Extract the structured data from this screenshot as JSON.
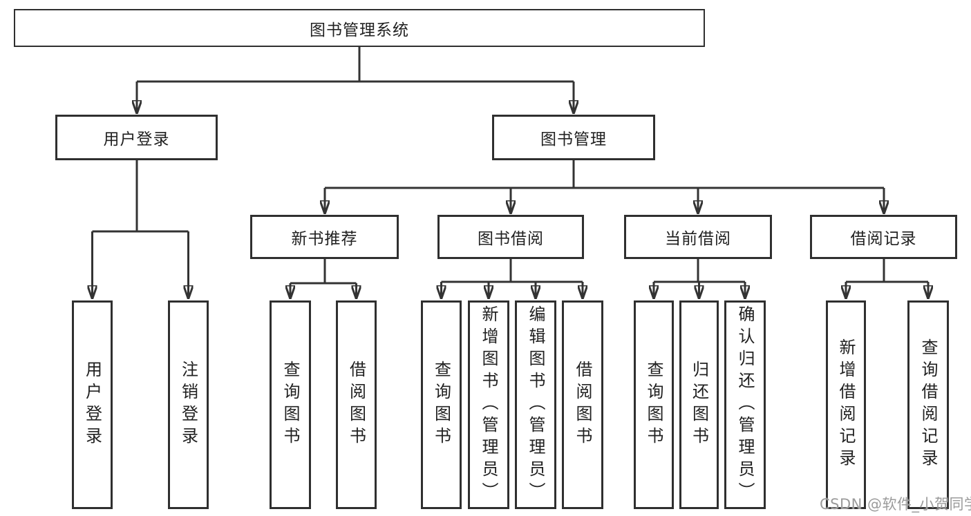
{
  "diagram": {
    "type": "hierarchy-tree",
    "title": "图书管理系统"
  },
  "nodes": {
    "root": "图书管理系统",
    "user_login": "用户登录",
    "book_mgmt": "图书管理",
    "new_book_rec": "新书推荐",
    "book_borrow": "图书借阅",
    "current_borrow": "当前借阅",
    "borrow_record": "借阅记录",
    "leaf_user_login": "用户登录",
    "leaf_logout": "注销登录",
    "leaf_nbr_query": "查询图书",
    "leaf_nbr_borrow": "借阅图书",
    "leaf_bb_query": "查询图书",
    "leaf_bb_add": "新增图书（管理员）",
    "leaf_bb_edit": "编辑图书（管理员）",
    "leaf_bb_borrow": "借阅图书",
    "leaf_cb_query": "查询图书",
    "leaf_cb_return": "归还图书",
    "leaf_cb_confirm": "确认归还（管理员）",
    "leaf_br_add": "新增借阅记录",
    "leaf_br_query": "查询借阅记录"
  },
  "hierarchy": {
    "图书管理系统": {
      "用户登录": [
        "用户登录",
        "注销登录"
      ],
      "图书管理": {
        "新书推荐": [
          "查询图书",
          "借阅图书"
        ],
        "图书借阅": [
          "查询图书",
          "新增图书（管理员）",
          "编辑图书（管理员）",
          "借阅图书"
        ],
        "当前借阅": [
          "查询图书",
          "归还图书",
          "确认归还（管理员）"
        ],
        "借阅记录": [
          "新增借阅记录",
          "查询借阅记录"
        ]
      }
    }
  },
  "watermark": "CSDN @软件_小贺同学",
  "colors": {
    "line": "#333333",
    "border": "#2f2f2f",
    "text": "#212121",
    "watermark": "#9b9b9b",
    "background": "#ffffff"
  }
}
